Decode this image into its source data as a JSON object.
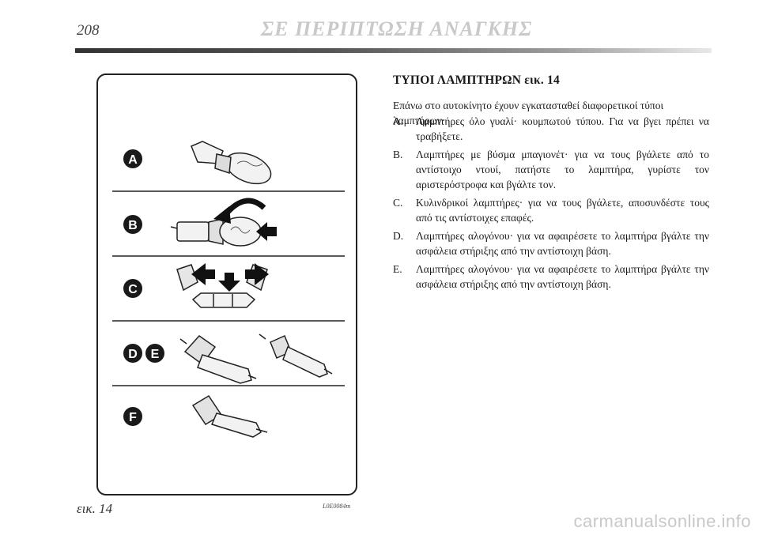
{
  "header": {
    "page_number": "208",
    "chapter_title": "ΣΕ ΠΕΡΙΠΤΩΣΗ ΑΝΑΓΚΗΣ"
  },
  "figure": {
    "labels": [
      "A",
      "B",
      "C",
      "D",
      "E",
      "F"
    ],
    "caption": "εικ. 14",
    "code": "L0E0084m"
  },
  "section": {
    "heading": "ΤΥΠΟΙ ΛΑΜΠΤΗΡΩΝ εικ. 14",
    "intro": "Επάνω στο αυτοκίνητο έχουν εγκατασταθεί διαφορετικοί τύποι λαμπτήρων·",
    "items": [
      {
        "letter": "A.",
        "text": "Λαμπτήρες όλο γυαλί· κουμπωτού τύπου. Για να βγει πρέπει να τραβήξετε."
      },
      {
        "letter": "B.",
        "text": "Λαμπτήρες με βύσμα μπαγιονέτ· για να τους βγάλετε από το αντίστοιχο ντουί, πατήστε το λαμπτήρα, γυρίστε τον αριστερόστροφα και βγάλτε τον."
      },
      {
        "letter": "C.",
        "text": "Κυλινδρικοί λαμπτήρες· για να τους βγάλετε, αποσυνδέστε τους από τις αντίστοιχες επαφές."
      },
      {
        "letter": "D.",
        "text": "Λαμπτήρες αλογόνου· για να αφαιρέσετε το λαμπτήρα βγάλτε την ασφάλεια στήριξης από την αντίστοιχη βάση."
      },
      {
        "letter": "E.",
        "text": "Λαμπτήρες αλογόνου· για να αφαιρέσετε το λαμπτήρα βγάλτε την ασφάλεια στήριξης από την αντίστοιχη βάση."
      }
    ]
  },
  "watermark": "carmanualsonline.info"
}
